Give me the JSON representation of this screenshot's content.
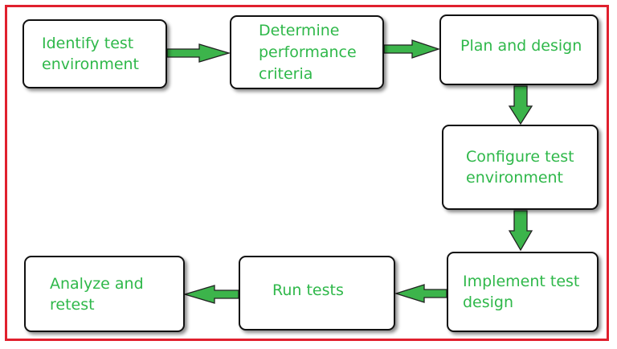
{
  "frame_color": "#e0202e",
  "text_color": "#2fb84a",
  "arrow_color": "#3cb44b",
  "steps": [
    {
      "label": "Identify test\nenvironment"
    },
    {
      "label": "Determine\nperformance\ncriteria"
    },
    {
      "label": "Plan and design"
    },
    {
      "label": "Configure test\nenvironment"
    },
    {
      "label": "Implement test\ndesign"
    },
    {
      "label": "Run tests"
    },
    {
      "label": "Analyze and\nretest"
    }
  ]
}
